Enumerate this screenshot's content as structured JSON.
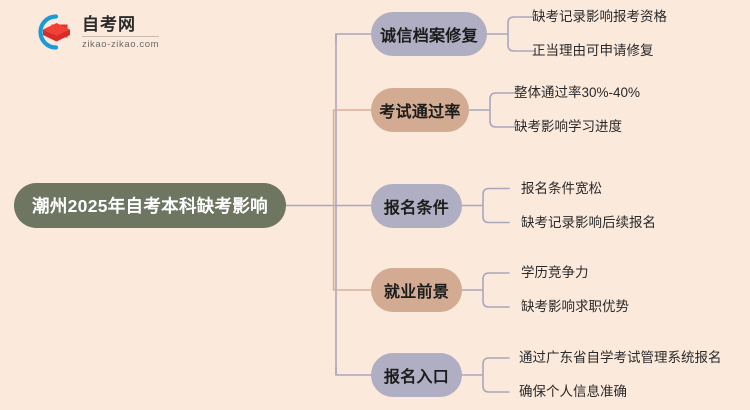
{
  "logo": {
    "mark_icon": "graduation-cap-in-c-arc-icon",
    "arc_color": "#1a9ad7",
    "cap_color": "#e8302f",
    "title": "自考网",
    "domain": "zikao-zikao.com"
  },
  "colors": {
    "background": "#fbe9dc",
    "root": "#6e7560",
    "branch_purple": "#b0aec2",
    "branch_tan": "#d3ab93",
    "connector_purple": "#a9a7bd",
    "connector_tan": "#d8b096",
    "leaf_text": "#2a2a2a",
    "root_text": "#ffffff"
  },
  "mindmap": {
    "root": {
      "label": "潮州2025年自考本科缺考影响"
    },
    "branches": [
      {
        "label": "诚信档案修复",
        "theme": "purple",
        "leaves": [
          "缺考记录影响报考资格",
          "正当理由可申请修复"
        ]
      },
      {
        "label": "考试通过率",
        "theme": "tan",
        "leaves": [
          "整体通过率30%-40%",
          "缺考影响学习进度"
        ]
      },
      {
        "label": "报名条件",
        "theme": "purple",
        "leaves": [
          "报名条件宽松",
          "缺考记录影响后续报名"
        ]
      },
      {
        "label": "就业前景",
        "theme": "tan",
        "leaves": [
          "学历竞争力",
          "缺考影响求职优势"
        ]
      },
      {
        "label": "报名入口",
        "theme": "purple",
        "leaves": [
          "通过广东省自学考试管理系统报名",
          "确保个人信息准确"
        ]
      }
    ]
  }
}
